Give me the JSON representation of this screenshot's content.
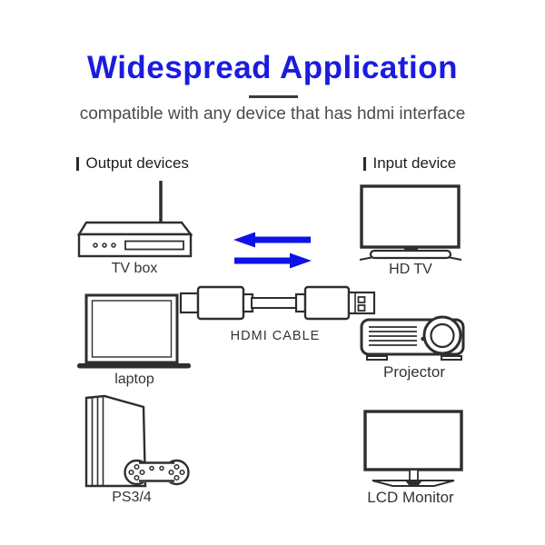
{
  "header": {
    "title": "Widespread Application",
    "subtitle": "compatible with any device that has hdmi interface"
  },
  "columns": {
    "output": {
      "header": "Output devices",
      "devices": [
        {
          "icon": "tv-box-icon",
          "label": "TV box"
        },
        {
          "icon": "laptop-icon",
          "label": "laptop"
        },
        {
          "icon": "ps-console-icon",
          "label": "PS3/4"
        }
      ]
    },
    "input": {
      "header": "Input device",
      "devices": [
        {
          "icon": "hd-tv-icon",
          "label": "HD TV"
        },
        {
          "icon": "projector-icon",
          "label": "Projector"
        },
        {
          "icon": "lcd-monitor-icon",
          "label": "LCD Monitor"
        }
      ]
    }
  },
  "cable": {
    "icon": "hdmi-cable-icon",
    "label": "HDMI CABLE"
  },
  "arrows": {
    "icons": [
      "left-arrow-icon",
      "right-arrow-icon"
    ]
  },
  "colors": {
    "title_blue": "#1b1be0",
    "arrow_blue": "#0d13e6",
    "line_dark": "#2e2e2e",
    "subtitle_gray": "#4b4b4b"
  }
}
